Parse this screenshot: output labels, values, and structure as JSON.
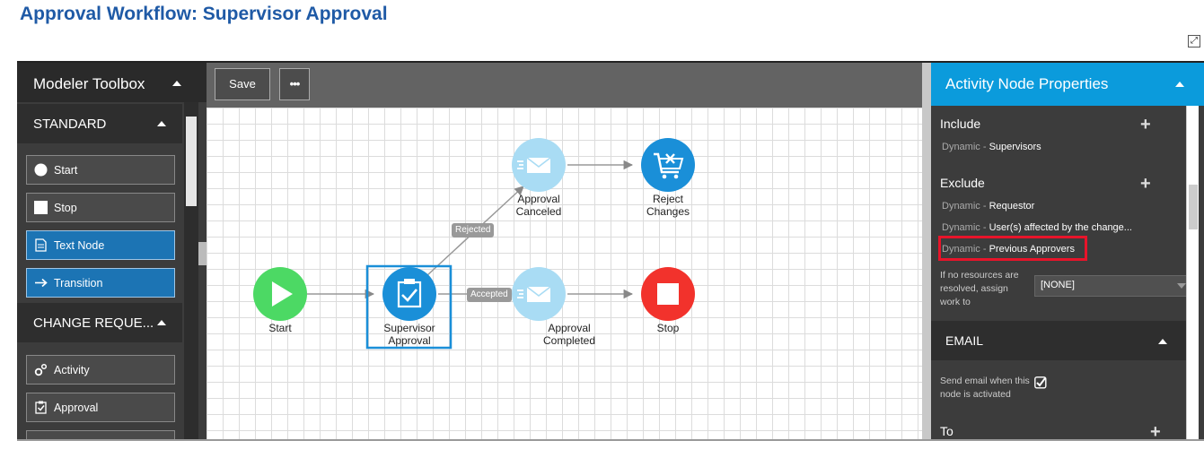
{
  "page": {
    "title": "Approval Workflow: Supervisor Approval"
  },
  "toolbox": {
    "title": "Modeler Toolbox",
    "sections": [
      {
        "name": "STANDARD",
        "items": [
          "Start",
          "Stop",
          "Text Node",
          "Transition"
        ]
      },
      {
        "name": "CHANGE REQUE...",
        "items": [
          "Activity",
          "Approval"
        ]
      }
    ]
  },
  "toolbar": {
    "save_label": "Save",
    "more_label": "•••"
  },
  "diagram": {
    "nodes": {
      "start": "Start",
      "supervisor_approval": [
        "Supervisor",
        "Approval"
      ],
      "approval_canceled": [
        "Approval",
        "Canceled"
      ],
      "reject_changes": [
        "Reject",
        "Changes"
      ],
      "approval_completed": [
        "Approval",
        "Completed"
      ],
      "stop": "Stop"
    },
    "transitions": {
      "rejected": "Rejected",
      "accepted": "Accepted"
    },
    "colors": {
      "start": "#4cd964",
      "approval": "#1a8fd8",
      "email": "#a9dcf4",
      "reject": "#1a8fd8",
      "stop": "#f2322c"
    }
  },
  "properties": {
    "title": "Activity Node Properties",
    "include_label": "Include",
    "include_items": [
      {
        "prefix": "Dynamic -",
        "value": "Supervisors"
      }
    ],
    "exclude_label": "Exclude",
    "exclude_items": [
      {
        "prefix": "Dynamic -",
        "value": "Requestor"
      },
      {
        "prefix": "Dynamic -",
        "value": "User(s) affected by the change..."
      },
      {
        "prefix": "Dynamic -",
        "value": "Previous Approvers"
      }
    ],
    "resolve_label": "If no resources are resolved, assign work to",
    "resolve_value": "[NONE]",
    "email_section": "EMAIL",
    "send_email_label": "Send email when this node is activated",
    "send_email_checked": true,
    "to_label": "To",
    "header_color": "#0b9bdc",
    "highlight_color": "#e8142a"
  }
}
